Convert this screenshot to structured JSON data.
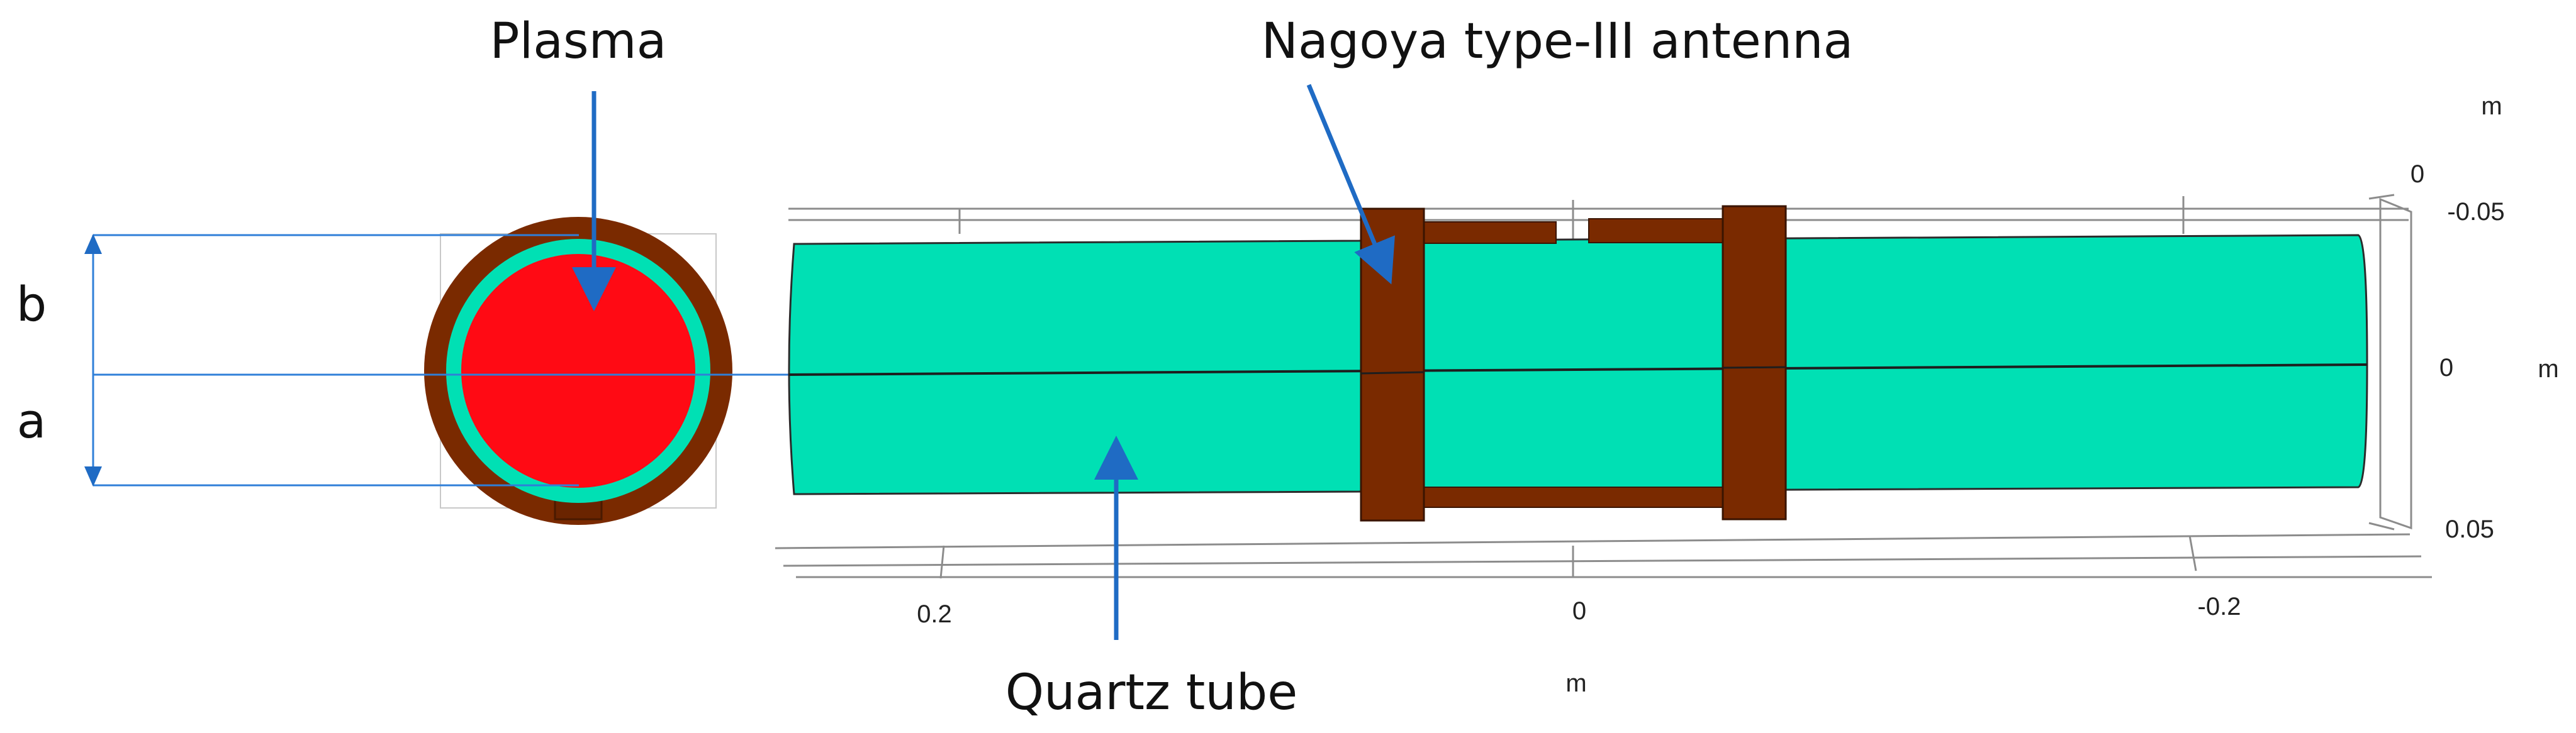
{
  "labels": {
    "plasma": "Plasma",
    "antenna": "Nagoya type-III antenna",
    "quartz": "Quartz tube",
    "b": "b",
    "a": "a"
  },
  "axes": {
    "x_ticks": [
      "0.2",
      "0",
      "-0.2"
    ],
    "x_unit": "m",
    "y_ticks": [
      "-0.05",
      "0",
      "0.05"
    ],
    "y_unit": "m",
    "z_tick": "0",
    "z_unit": "m"
  },
  "colors": {
    "quartz": "#00E0B4",
    "plasma": "#FF0A14",
    "antenna": "#7A2A00",
    "arrow": "#1F6BC4",
    "dimension_line": "#2F7FD8",
    "grid": "#8C8C8C"
  }
}
